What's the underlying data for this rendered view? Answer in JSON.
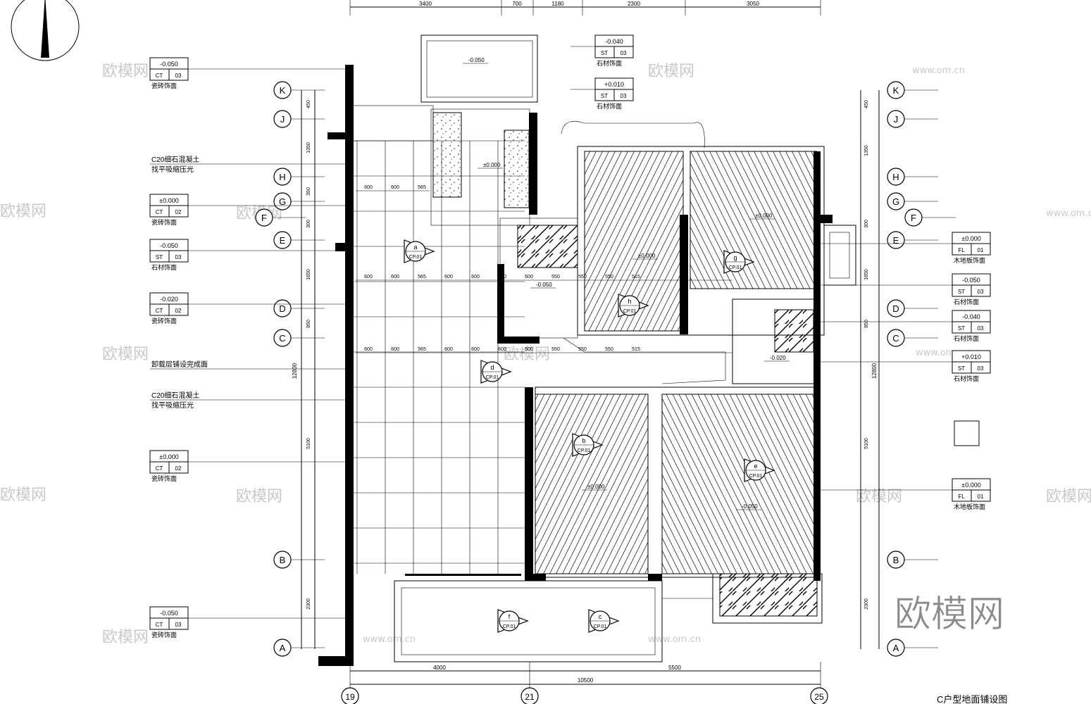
{
  "drawing": {
    "caption": "C户型地面铺设图",
    "grid_rows": [
      "K",
      "J",
      "H",
      "G",
      "F",
      "E",
      "D",
      "C",
      "B",
      "A"
    ],
    "grid_cols": [
      "19",
      "21",
      "25"
    ],
    "top_dims": [
      "3400",
      "700",
      "1180",
      "2300",
      "3050"
    ],
    "bottom_dims": [
      "4000",
      "5500"
    ],
    "bottom_total": "10500",
    "left_dims": [
      "450",
      "1350",
      "350",
      "300",
      "1650",
      "850",
      "5100",
      "2300"
    ],
    "left_total": "12800",
    "right_dims": [
      "450",
      "1350",
      "300",
      "1650",
      "850",
      "5100",
      "2300"
    ],
    "right_total": "12800"
  },
  "left_tags": [
    {
      "elev": "-0.050",
      "code": "CT",
      "num": "03",
      "note": "瓷砖饰面"
    },
    {
      "elev": "C20细石混凝土",
      "code": "",
      "num": "",
      "note": "找平吸缩压光"
    },
    {
      "elev": "±0.000",
      "code": "CT",
      "num": "02",
      "note": "瓷砖饰面"
    },
    {
      "elev": "-0.050",
      "code": "ST",
      "num": "03",
      "note": "石材饰面"
    },
    {
      "elev": "-0.020",
      "code": "CT",
      "num": "02",
      "note": "瓷砖饰面"
    },
    {
      "elev": "卸载层铺设完成面",
      "code": "",
      "num": "",
      "note": ""
    },
    {
      "elev": "C20细石混凝土",
      "code": "",
      "num": "",
      "note": "找平吸缩压光"
    },
    {
      "elev": "±0.000",
      "code": "CT",
      "num": "02",
      "note": "瓷砖饰面"
    },
    {
      "elev": "-0.050",
      "code": "CT",
      "num": "03",
      "note": "瓷砖饰面"
    }
  ],
  "top_tags": [
    {
      "elev": "-0.040",
      "code": "ST",
      "num": "03",
      "note": "石材饰面"
    },
    {
      "elev": "+0.010",
      "code": "ST",
      "num": "03",
      "note": "石材饰面"
    }
  ],
  "right_tags": [
    {
      "elev": "±0.000",
      "code": "FL",
      "num": "01",
      "note": "木地板饰面"
    },
    {
      "elev": "-0.050",
      "code": "ST",
      "num": "03",
      "note": "石材饰面"
    },
    {
      "elev": "-0.040",
      "code": "ST",
      "num": "03",
      "note": "石材饰面"
    },
    {
      "elev": "+0.010",
      "code": "ST",
      "num": "03",
      "note": "石材饰面"
    },
    {
      "elev": "±0.000",
      "code": "FL",
      "num": "01",
      "note": "木地板饰面"
    }
  ],
  "section_markers": [
    {
      "letter": "a",
      "sheet": "CP.01"
    },
    {
      "letter": "d",
      "sheet": "CP.01"
    },
    {
      "letter": "b",
      "sheet": "CP.01"
    },
    {
      "letter": "f",
      "sheet": "CP.01"
    },
    {
      "letter": "c",
      "sheet": "CP.01"
    },
    {
      "letter": "g",
      "sheet": "CP.01"
    },
    {
      "letter": "h",
      "sheet": "CP.01"
    },
    {
      "letter": "e",
      "sheet": "CP.01"
    }
  ],
  "room_levels": [
    "-0.050",
    "±0.000",
    "-0.050",
    "±0.000",
    "±0.000",
    "±0.000",
    "-0.050",
    "-0.020"
  ],
  "tile_dims": [
    "600",
    "600",
    "565",
    "600",
    "600",
    "600",
    "600",
    "550",
    "550",
    "550",
    "515"
  ],
  "watermarks": [
    "欧模网",
    "www.om.cn",
    "om.cn"
  ],
  "logo": "欧模网"
}
